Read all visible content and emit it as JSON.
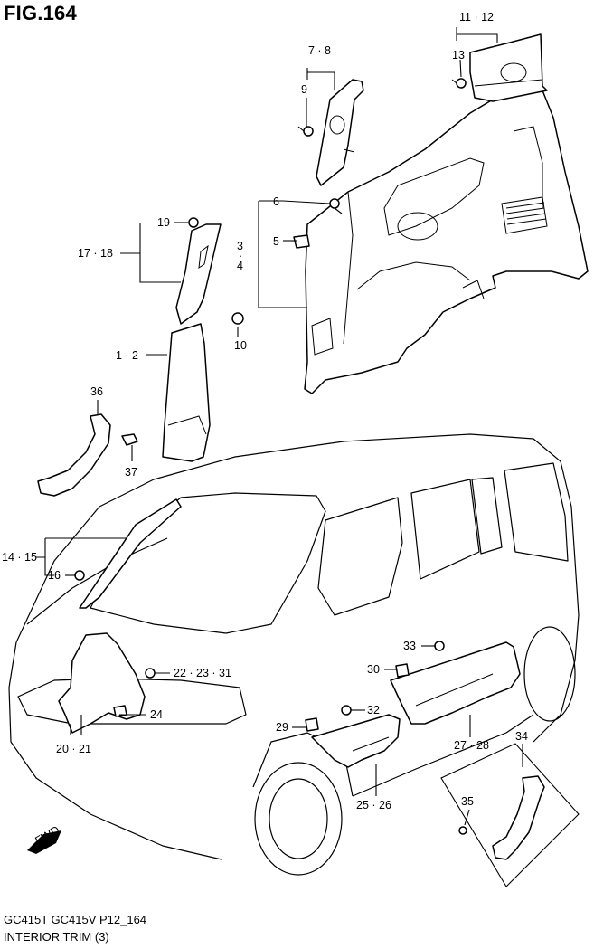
{
  "figure": {
    "title": "FIG.164",
    "model_line": "GC415T GC415V P12_164",
    "caption": "INTERIOR TRIM (3)"
  },
  "callouts": {
    "c1112": "11 · 12",
    "c13": "13",
    "c78": "7 · 8",
    "c9": "9",
    "c6": "6",
    "c5": "5",
    "c34_3": "3",
    "c34_dot": "·",
    "c34_4": "4",
    "c19": "19",
    "c1718": "17 · 18",
    "c10": "10",
    "c12": "1 · 2",
    "c36": "36",
    "c37": "37",
    "c1415": "14 · 15",
    "c16": "16",
    "c222331": "22 · 23 · 31",
    "c24": "24",
    "c2021": "20 · 21",
    "c33": "33",
    "c30": "30",
    "c32": "32",
    "c29": "29",
    "c2728": "27 · 28",
    "c34": "34",
    "c35": "35",
    "c2526": "25 · 26"
  },
  "fwd_label": "FWD"
}
